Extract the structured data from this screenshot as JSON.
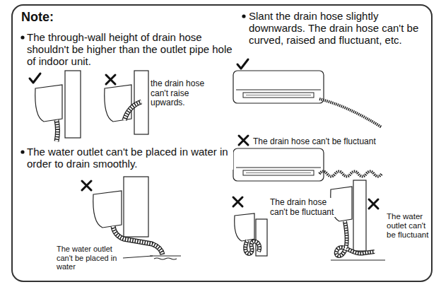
{
  "diagram": {
    "title": "Note:",
    "labels": [
      "The through-wall height of drain hose shouldn't be higher than the outlet pipe hole of indoor unit.",
      "the drain hose can't raise upwards.",
      "The water outlet can't be placed in water in order to drain smoothly.",
      "The water outlet can't be placed in water",
      "Slant the drain hose slightly downwards. The drain hose can't be curved, raised and fluctuant, etc.",
      "The drain hose can't be fluctuant",
      "The drain hose can't be fluctuant",
      "The water outlet can't be fluctuant"
    ]
  }
}
